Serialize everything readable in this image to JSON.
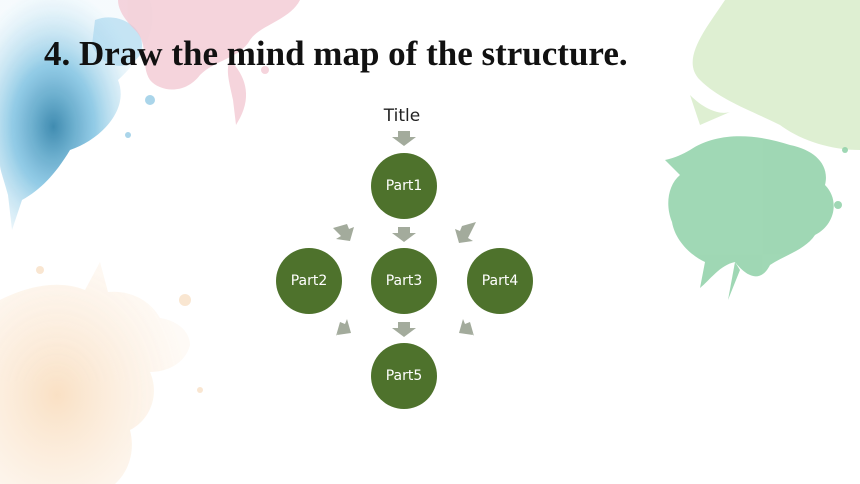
{
  "slide": {
    "heading": "4. Draw the mind map of the structure.",
    "title_label": "Title",
    "nodes": {
      "part1": "Part1",
      "part2": "Part2",
      "part3": "Part3",
      "part4": "Part4",
      "part5": "Part5"
    }
  },
  "colors": {
    "node_fill": "#4e722c",
    "arrow_fill": "#a3ab9c",
    "splash_blue": "#3f9ec9",
    "splash_pink": "#f3c9d2",
    "splash_green": "#7ecfa0",
    "splash_lightgreen": "#cfe7be",
    "splash_orange": "#f8d9b8"
  }
}
